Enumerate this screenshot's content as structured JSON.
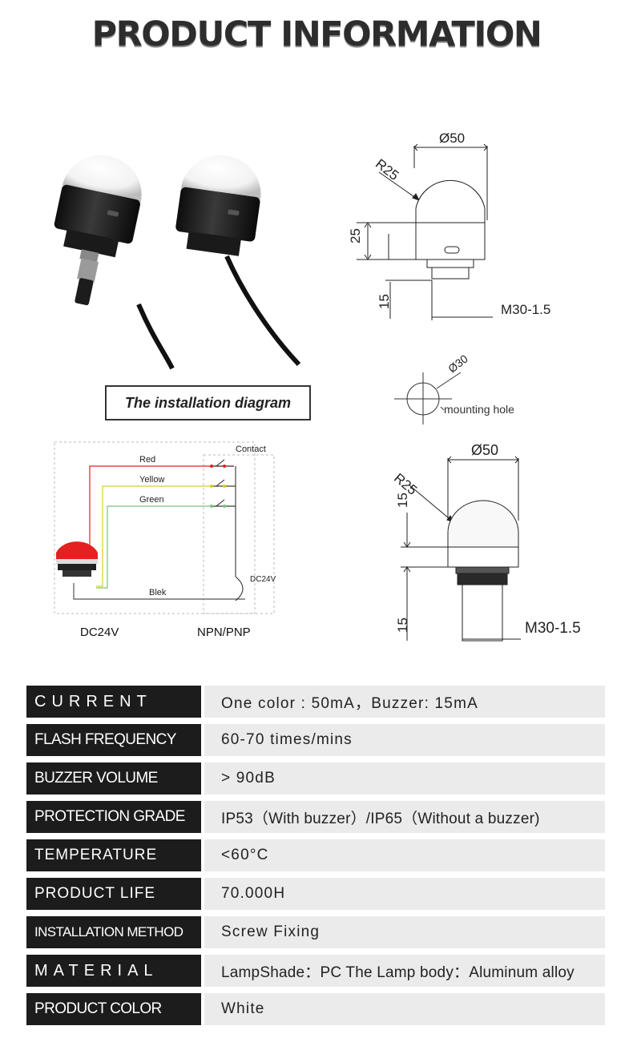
{
  "page_title": "PRODUCT INFORMATION",
  "install_label": "The installation diagram",
  "drawing_top": {
    "diameter": "Ø50",
    "radius": "R25",
    "height": "25",
    "thread_height": "15",
    "thread": "M30-1.5"
  },
  "mounting": {
    "diameter": "Ø30",
    "label": "mounting hole"
  },
  "drawing_bottom": {
    "diameter": "Ø50",
    "radius": "R25",
    "height": "15",
    "thread_height": "15",
    "thread": "M30-1.5"
  },
  "wiring": {
    "contact": "Contact",
    "wires": [
      "Red",
      "Yellow",
      "Green",
      "Blek"
    ],
    "dc_label": "DC24V",
    "left_caption": "DC24V",
    "right_caption": "NPN/PNP"
  },
  "colors": {
    "red_wire": "#e02020",
    "yellow_wire": "#d8d020",
    "green_wire": "#7cc47c",
    "header_bg": "#1c1c1c",
    "value_bg": "#ebebeb"
  },
  "specs": [
    {
      "key": "CURRENT",
      "value": "One color : 50mA，Buzzer: 15mA"
    },
    {
      "key": "FLASH FREQUENCY",
      "value": "60-70 times/mins"
    },
    {
      "key": "BUZZER VOLUME",
      "value": "> 90dB"
    },
    {
      "key": "PROTECTION GRADE",
      "value": "IP53（With buzzer）/IP65（Without a buzzer)"
    },
    {
      "key": "TEMPERATURE",
      "value": "<60°C"
    },
    {
      "key": "PRODUCT LIFE",
      "value": "70.000H"
    },
    {
      "key": "INSTALLATION METHOD",
      "value": "Screw Fixing"
    },
    {
      "key": "MATERIAL",
      "value": "LampShade：PC  The Lamp body：Aluminum alloy"
    },
    {
      "key": "PRODUCT COLOR",
      "value": "White"
    }
  ]
}
